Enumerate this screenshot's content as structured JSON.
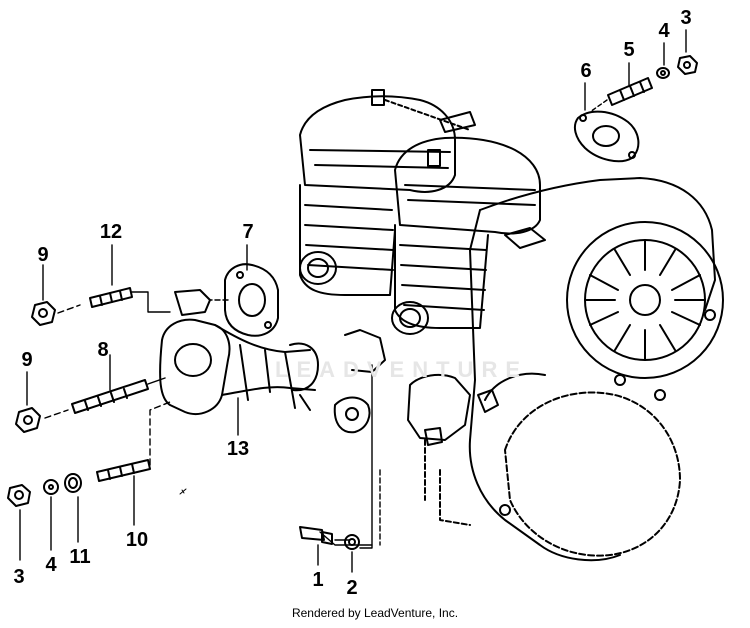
{
  "diagram": {
    "part_numbers": {
      "p1": "1",
      "p2": "2",
      "p3a": "3",
      "p3b": "3",
      "p4a": "4",
      "p4b": "4",
      "p5": "5",
      "p6": "6",
      "p7": "7",
      "p8": "8",
      "p9a": "9",
      "p9b": "9",
      "p10": "10",
      "p11": "11",
      "p12": "12",
      "p13": "13"
    },
    "watermark": "LEADVENTURE",
    "footer": "Rendered by LeadVenture, Inc.",
    "colors": {
      "ink": "#000000",
      "background": "#ffffff",
      "watermark": "#e6e6e6"
    }
  }
}
